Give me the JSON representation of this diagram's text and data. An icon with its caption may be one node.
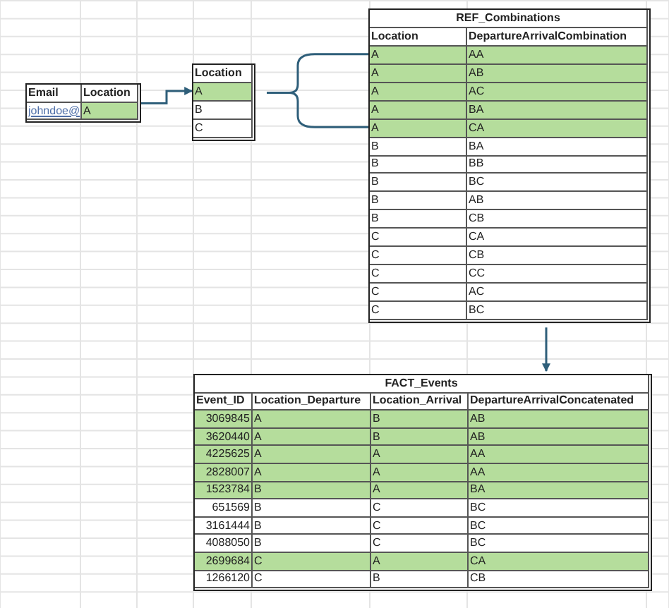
{
  "diagram": {
    "nodes": [
      {
        "text": [
          "Email",
          "Location",
          "johndoe@",
          "A"
        ]
      },
      {
        "text": [
          "Location",
          "A",
          "B",
          "C"
        ]
      },
      {
        "text": [
          "REF_Combinations",
          "Location",
          "DepartureArrivalCombination",
          "A",
          "AA",
          "A",
          "AB",
          "A",
          "AC",
          "A",
          "BA",
          "A",
          "CA",
          "B",
          "BA",
          "B",
          "BB",
          "B",
          "BC",
          "B",
          "AB",
          "B",
          "CB",
          "C",
          "CA",
          "C",
          "CB",
          "C",
          "CC",
          "C",
          "AC",
          "C",
          "BC"
        ]
      },
      {
        "text": [
          "FACT_Events",
          "Event_ID",
          "Location_Departure",
          "Location_Arrival",
          "DepartureArrivalConcatenated",
          "3069845",
          "A",
          "B",
          "AB",
          "3620440",
          "A",
          "B",
          "AB",
          "4225625",
          "A",
          "A",
          "AA",
          "2828007",
          "A",
          "A",
          "AA",
          "1523784",
          "B",
          "A",
          "BA",
          "651569",
          "B",
          "C",
          "BC",
          "3161444",
          "B",
          "C",
          "BC",
          "4088050",
          "B",
          "C",
          "BC",
          "2699684",
          "C",
          "A",
          "CA",
          "1266120",
          "C",
          "B",
          "CB"
        ]
      }
    ],
    "edges": [
      {
        "from": 0,
        "to": 1,
        "arrow": "to"
      },
      {
        "from": 1,
        "to": 2,
        "arrow": "none"
      },
      {
        "from": 2,
        "to": 3,
        "arrow": "to"
      }
    ]
  }
}
